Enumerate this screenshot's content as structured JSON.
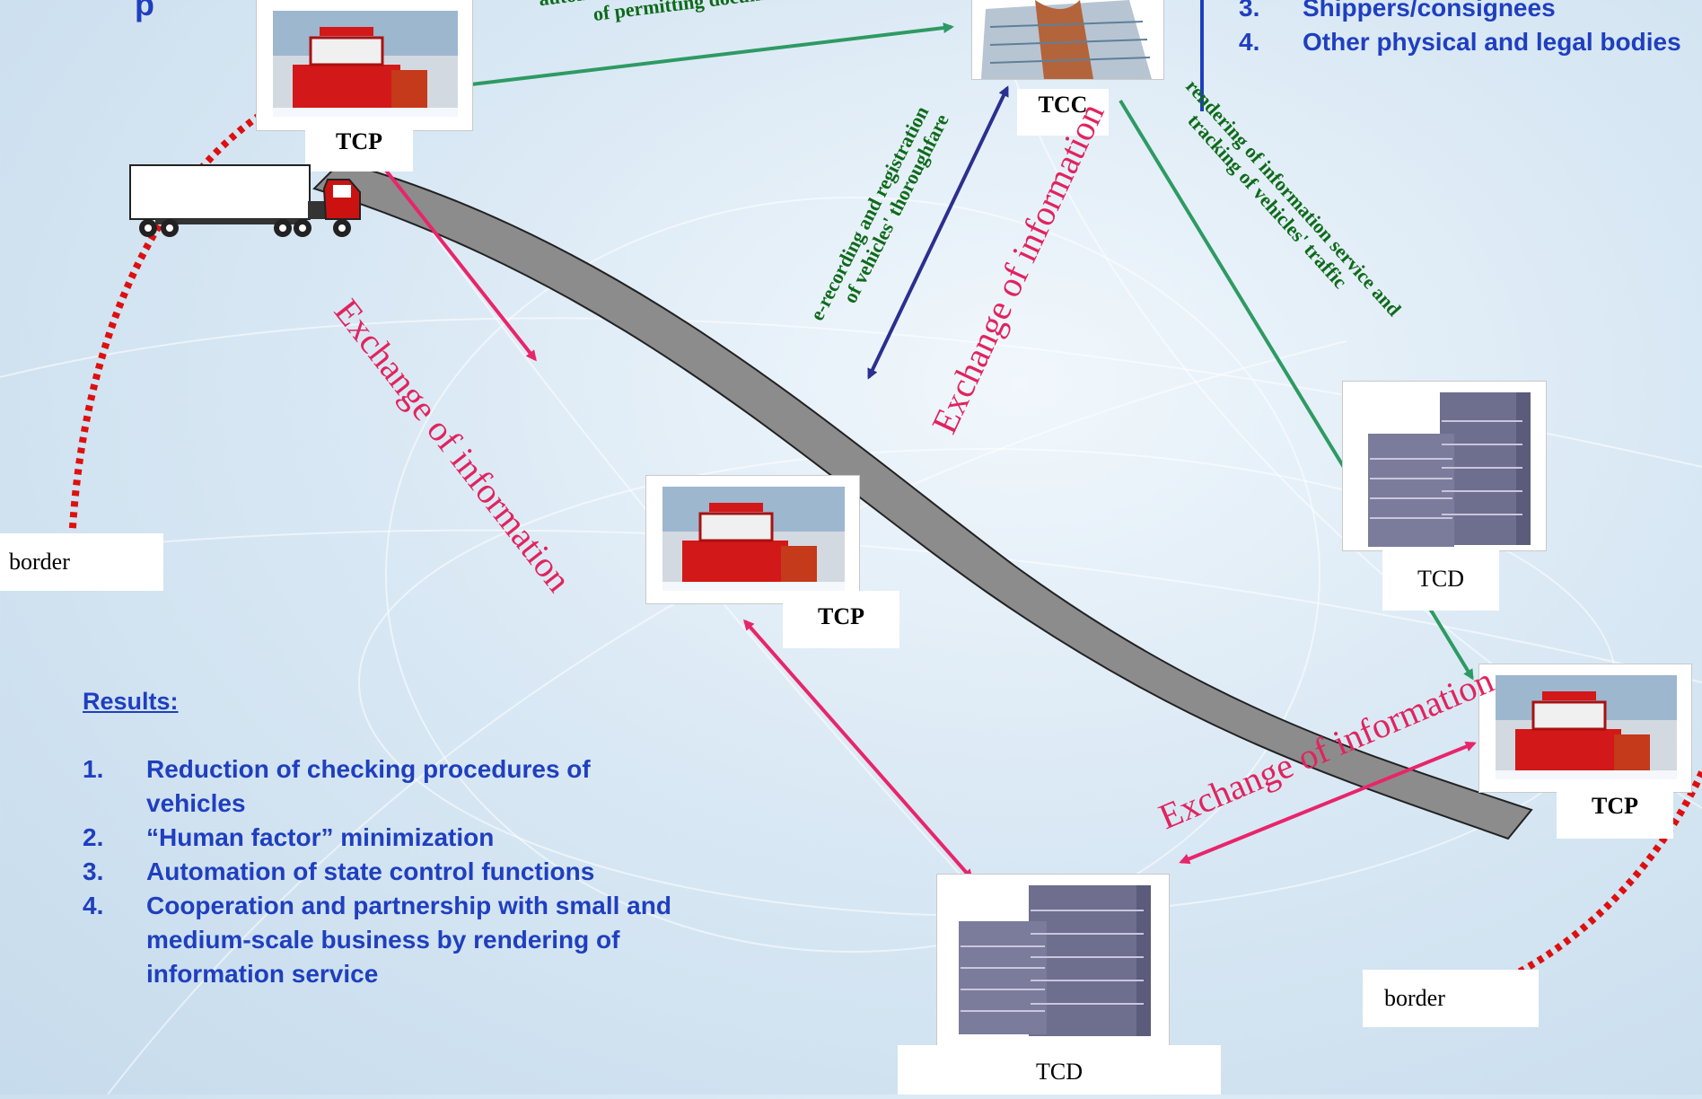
{
  "title_fragment": "p",
  "top_arrow_label": [
    "automa...",
    "of permitting documents"
  ],
  "participants_list": {
    "items": [
      {
        "num": "3.",
        "text": "Shippers/consignees"
      },
      {
        "num": "4.",
        "text": "Other physical and legal bodies"
      }
    ]
  },
  "nodes": {
    "tcp_top": "TCP",
    "tcc": "TCC",
    "tcp_mid": "TCP",
    "tcp_right": "TCP",
    "tcd_right": "TCD",
    "tcd_bottom": "TCD",
    "border_left": "border",
    "border_right": "border"
  },
  "edge_labels": {
    "e_recording": [
      "e-recording and registration",
      "of vehicles' thoroughfare"
    ],
    "exchange_center": "Exchange of information",
    "exchange_left": "Exchange of information",
    "exchange_bottom": "Exchange of information",
    "rendering": [
      "rendering of information service and",
      "tracking of vehicles' traffic"
    ]
  },
  "results": {
    "title": "Results:",
    "items": [
      {
        "num": "1.",
        "text": "Reduction of checking procedures of vehicles"
      },
      {
        "num": "2.",
        "text": "“Human factor” minimization"
      },
      {
        "num": "3.",
        "text": "Automation of state control functions"
      },
      {
        "num": "4.",
        "text": "Cooperation and partnership with small and medium-scale business by rendering of information service"
      }
    ]
  },
  "colors": {
    "blue_text": "#1f3fbf",
    "green_arrow": "#2e9a63",
    "pink_arrow": "#e8256a",
    "navy_arrow": "#2b2f8f",
    "border_dots": "#dd1010",
    "road": "#8c8c8c"
  }
}
